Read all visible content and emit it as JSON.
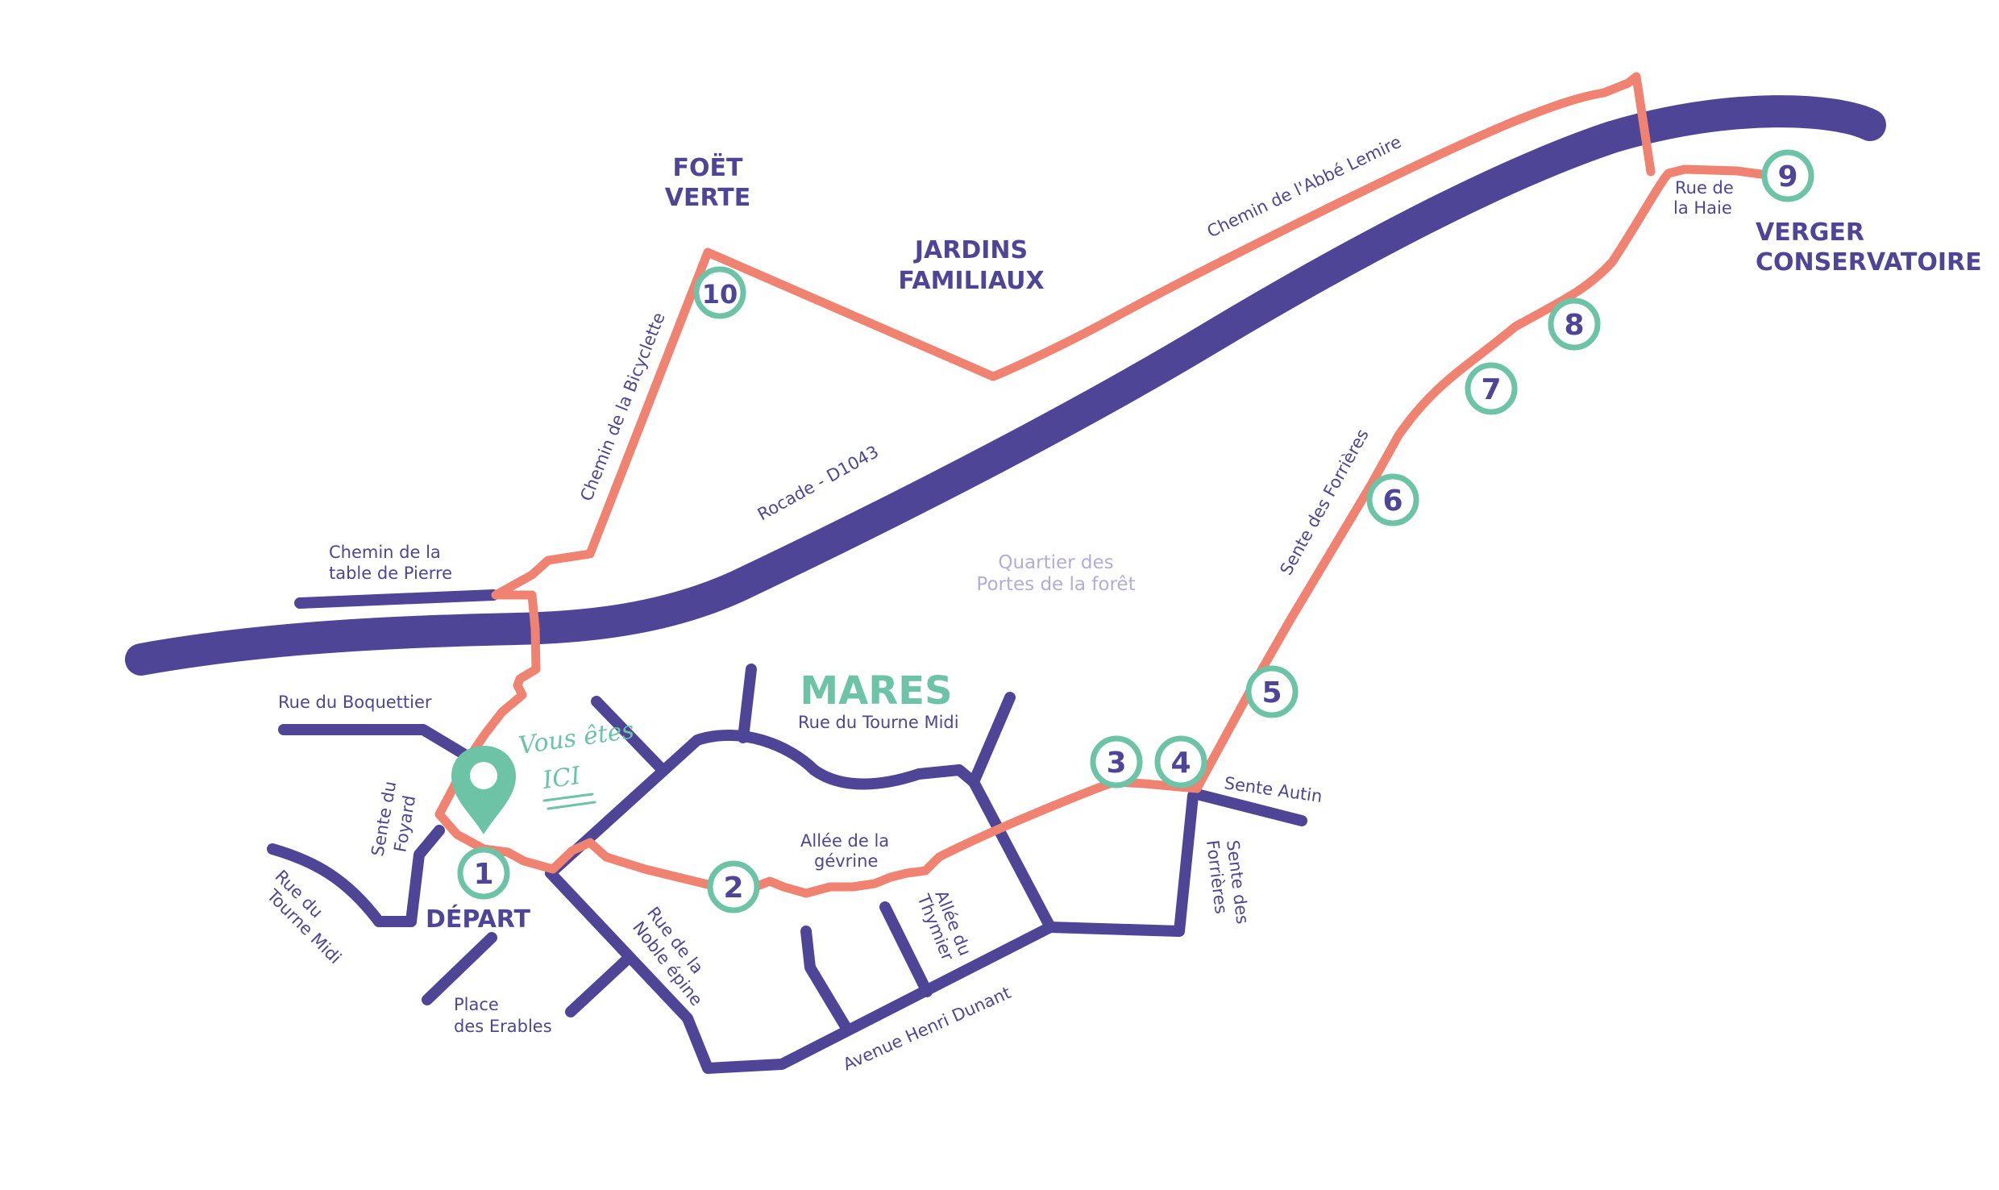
{
  "colors": {
    "road": "#4f4597",
    "route": "#ef8270",
    "stop_ring": "#6cc3a6",
    "accent": "#6cc3a6",
    "district": "#b2acd8"
  },
  "areas": {
    "foret_verte": [
      "FOËT",
      "VERTE"
    ],
    "jardins": [
      "JARDINS",
      "FAMILIAUX"
    ],
    "verger": [
      "VERGER",
      "CONSERVATOIRE"
    ],
    "mares": "MARES",
    "quartier": [
      "Quartier des",
      "Portes de la forêt"
    ],
    "depart": "DÉPART"
  },
  "you_are_here": {
    "icon": "location-pin-icon",
    "line1": "Vous êtes",
    "line2": "ICI"
  },
  "streets": {
    "abbe_lemire": "Chemin de l'Abbé Lemire",
    "rue_haie": [
      "Rue de",
      "la Haie"
    ],
    "bicyclette": "Chemin de la Bicyclette",
    "rocade": "Rocade - D1043",
    "table_pierre": [
      "Chemin de la",
      "table de Pierre"
    ],
    "forrieres_diag": "Sente des Forrières",
    "boquettier": "Rue du Boquettier",
    "tourne_midi_top": "Rue du Tourne Midi",
    "sente_foyard": [
      "Sente du",
      "Foyard"
    ],
    "sente_autin": "Sente Autin",
    "gevrine": [
      "Allée de la",
      "gévrine"
    ],
    "tourne_midi_left": [
      "Rue du",
      "Tourne Midi"
    ],
    "noble_epine": [
      "Rue de la",
      "Noble épine"
    ],
    "thymier": [
      "Allée du",
      "Thymier"
    ],
    "forrieres_vert": [
      "Sente des",
      "Forrières"
    ],
    "place_erables": [
      "Place",
      "des Erables"
    ],
    "henri_dunant": "Avenue Henri Dunant"
  },
  "stops": [
    "1",
    "2",
    "3",
    "4",
    "5",
    "6",
    "7",
    "8",
    "9",
    "10"
  ]
}
